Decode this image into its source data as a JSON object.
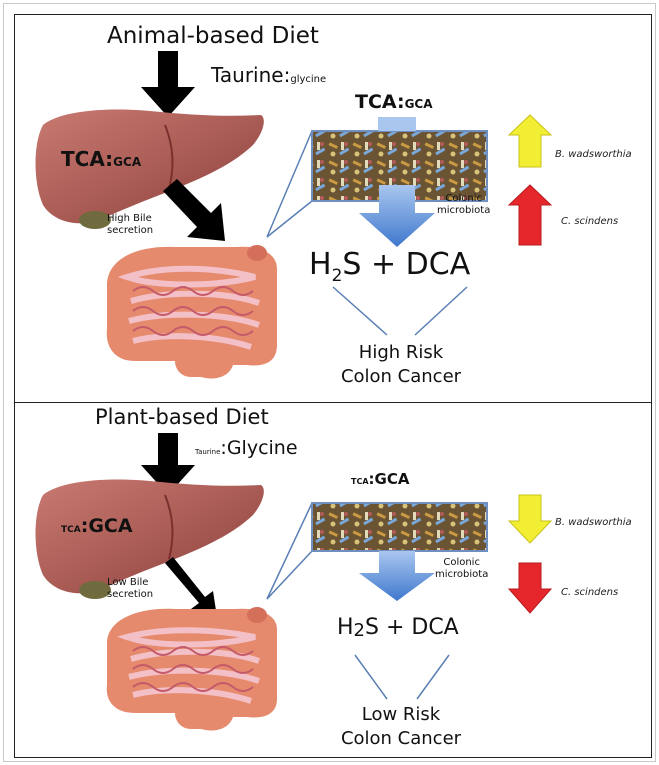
{
  "panels": [
    {
      "diet_title": "Animal-based Diet",
      "ratio_small": "glycine",
      "ratio_big": "Taurine:",
      "liver_tca": "TCA:",
      "liver_gca": "GCA",
      "bile_line1": "High Bile",
      "bile_line2": "secretion",
      "micro_tca": "TCA:",
      "micro_gca": "GCA",
      "microbiota_line1": "Colonic",
      "microbiota_line2": "microbiota",
      "h2s_h": "H",
      "h2s_sub": "2",
      "h2s_rest": "S + DCA",
      "risk_line1": "High Risk",
      "risk_line2": "Colon Cancer",
      "bacteria1": "B. wadsworthia",
      "bacteria2": "C. scindens",
      "arrow1_dir": "up",
      "arrow2_dir": "up"
    },
    {
      "diet_title": "Plant-based Diet",
      "ratio_small": "Taurine",
      "ratio_big": ":Glycine",
      "liver_tca": "TCA",
      "liver_gca": ":GCA",
      "bile_line1": "Low Bile",
      "bile_line2": "secretion",
      "micro_tca": "TCA",
      "micro_gca": ":GCA",
      "microbiota_line1": "Colonic",
      "microbiota_line2": "microbiota",
      "h2s_h": "H",
      "h2s_sub": "2",
      "h2s_rest": "S + DCA",
      "risk_line1": "Low Risk",
      "risk_line2": "Colon Cancer",
      "bacteria1": "B. wadsworthia",
      "bacteria2": "C. scindens",
      "arrow1_dir": "down",
      "arrow2_dir": "down"
    }
  ],
  "colors": {
    "liver": "#b5655e",
    "intestine": "#e8866a",
    "yellow_arrow": "#f2ee34",
    "red_arrow": "#e5262a",
    "blue_arrow": "#5b90d6",
    "black_arrow": "#000000"
  }
}
